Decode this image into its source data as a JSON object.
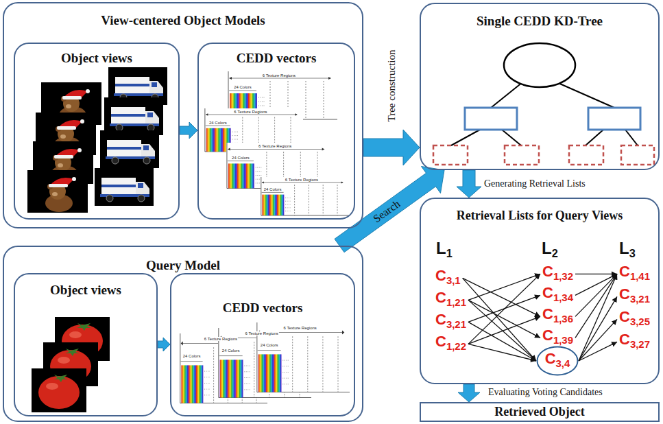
{
  "diagram": {
    "nodes": [
      {
        "text": [
          "View-centered Object Models"
        ]
      },
      {
        "text": [
          "Object views"
        ],
        "in": 0
      },
      {
        "text": [
          "CEDD vectors"
        ],
        "in": 0
      },
      {
        "text": [
          "Single CEDD KD-Tree"
        ]
      },
      {
        "text": [
          "Retrieval Lists for Query Views"
        ]
      },
      {
        "text": [
          "C3,1"
        ],
        "in": 4
      },
      {
        "text": [
          "C1,21"
        ],
        "in": 4
      },
      {
        "text": [
          "C3,21"
        ],
        "in": 4
      },
      {
        "text": [
          "C1,22"
        ],
        "in": 4
      },
      {
        "text": [
          "C1,32"
        ],
        "in": 4
      },
      {
        "text": [
          "C1,34"
        ],
        "in": 4
      },
      {
        "text": [
          "C1,36"
        ],
        "in": 4
      },
      {
        "text": [
          "C1,39"
        ],
        "in": 4
      },
      {
        "text": [
          "C3,4"
        ],
        "in": 4
      },
      {
        "text": [
          "C1,41"
        ],
        "in": 4
      },
      {
        "text": [
          "C3,21"
        ],
        "in": 4
      },
      {
        "text": [
          "C3,25"
        ],
        "in": 4
      },
      {
        "text": [
          "C3,27"
        ],
        "in": 4
      },
      {
        "text": [
          "Query Model"
        ]
      },
      {
        "text": [
          "Object views"
        ],
        "in": 18
      },
      {
        "text": [
          "CEDD vectors"
        ],
        "in": 18
      },
      {
        "text": [
          "Retrieved Object"
        ]
      }
    ],
    "edges": [
      {
        "from": 1,
        "to": 2,
        "arrow": "to"
      },
      {
        "from": 0,
        "to": 3,
        "arrow": "to",
        "label": "Tree construction"
      },
      {
        "from": 18,
        "to": 3,
        "arrow": "to",
        "label": "Search"
      },
      {
        "from": 3,
        "to": 4,
        "arrow": "to",
        "label": "Generating Retrieval Lists"
      },
      {
        "from": 19,
        "to": 20,
        "arrow": "to"
      },
      {
        "from": 4,
        "to": 21,
        "arrow": "to",
        "label": "Evaluating Voting Candidates"
      },
      {
        "from": 5,
        "to": 11,
        "arrow": "to"
      },
      {
        "from": 5,
        "to": 13,
        "arrow": "to"
      },
      {
        "from": 6,
        "to": 9,
        "arrow": "to"
      },
      {
        "from": 6,
        "to": 12,
        "arrow": "to"
      },
      {
        "from": 6,
        "to": 13,
        "arrow": "to"
      },
      {
        "from": 7,
        "to": 10,
        "arrow": "to"
      },
      {
        "from": 7,
        "to": 13,
        "arrow": "to"
      },
      {
        "from": 8,
        "to": 9,
        "arrow": "to"
      },
      {
        "from": 8,
        "to": 11,
        "arrow": "to"
      },
      {
        "from": 8,
        "to": 13,
        "arrow": "to"
      },
      {
        "from": 9,
        "to": 14,
        "arrow": "to"
      },
      {
        "from": 10,
        "to": 14,
        "arrow": "to"
      },
      {
        "from": 11,
        "to": 14,
        "arrow": "to"
      },
      {
        "from": 12,
        "to": 14,
        "arrow": "to"
      },
      {
        "from": 13,
        "to": 14,
        "arrow": "to"
      },
      {
        "from": 13,
        "to": 15,
        "arrow": "to"
      },
      {
        "from": 13,
        "to": 16,
        "arrow": "to"
      },
      {
        "from": 13,
        "to": 17,
        "arrow": "to"
      }
    ],
    "labels": [
      "L1",
      "L2",
      "L3",
      "6 Texture Regions",
      "24 Colors",
      "6 Texture Regions",
      "24 Colors",
      "6 Texture Regions",
      "24 Colors",
      "6 Texture Regions",
      "24 Colors",
      "6 Texture Regions",
      "24 Colors",
      "6 Texture Regions",
      "24 Colors",
      "6 Texture Regions",
      "24 Colors"
    ]
  }
}
